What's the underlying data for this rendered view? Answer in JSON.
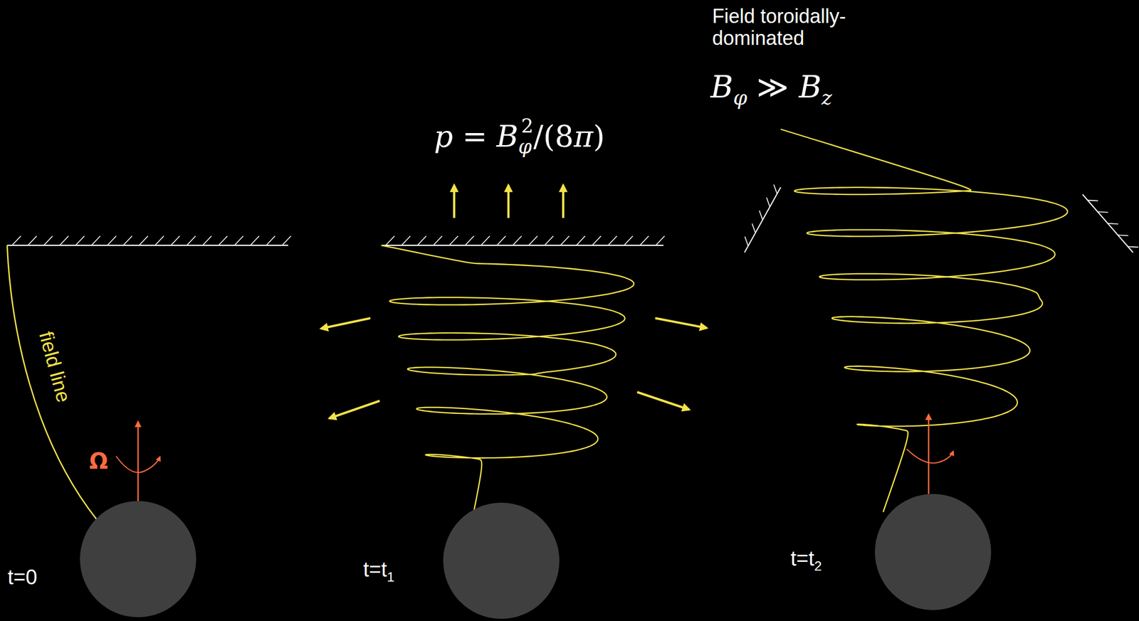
{
  "diagram": {
    "labels": [
      "field line",
      "Ω",
      "t=0",
      "t=t1",
      "p = Bφ2/(8π)",
      "Field toroidally-dominated",
      "Bφ ≫ Bz",
      "t=t2"
    ]
  }
}
